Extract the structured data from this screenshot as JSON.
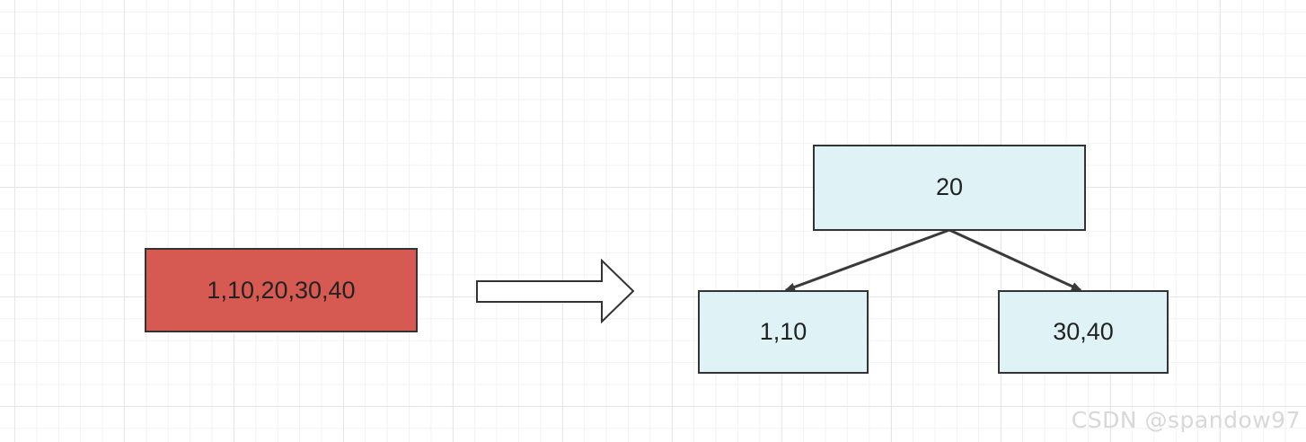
{
  "diagram": {
    "source_node": {
      "label": "1,10,20,30,40"
    },
    "root_node": {
      "label": "20"
    },
    "left_child": {
      "label": "1,10"
    },
    "right_child": {
      "label": "30,40"
    }
  },
  "colors": {
    "source_fill": "#d65a52",
    "tree_fill": "#dff2f5",
    "stroke": "#333333",
    "edge": "#3a3a3a"
  },
  "watermark": {
    "text": "CSDN @spandow97"
  }
}
